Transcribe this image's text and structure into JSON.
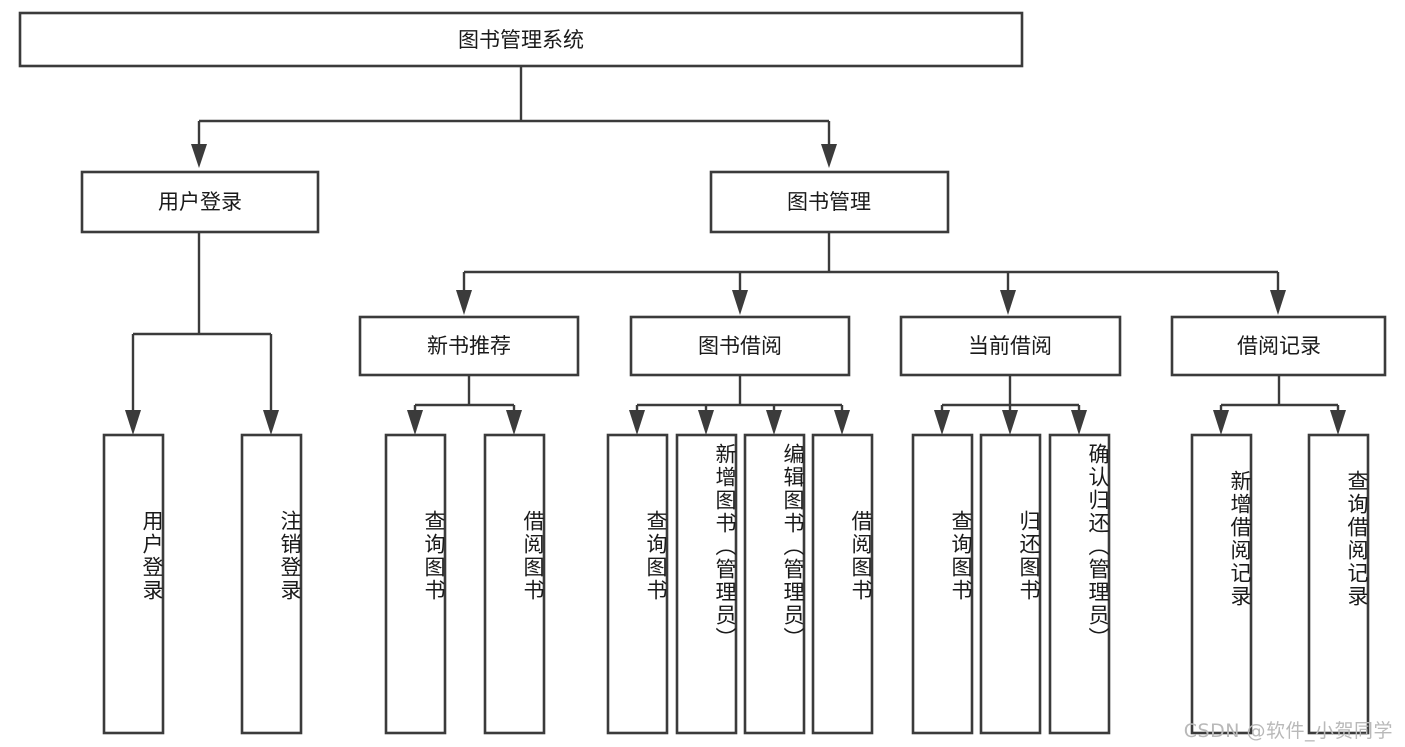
{
  "diagram": {
    "title": "图书管理系统",
    "type": "tree-hierarchy",
    "root": {
      "label": "图书管理系统"
    },
    "level2": [
      {
        "label": "用户登录"
      },
      {
        "label": "图书管理"
      }
    ],
    "level3": [
      {
        "label": "新书推荐"
      },
      {
        "label": "图书借阅"
      },
      {
        "label": "当前借阅"
      },
      {
        "label": "借阅记录"
      }
    ],
    "leaves": {
      "user_login": [
        {
          "label": "用户登录"
        },
        {
          "label": "注销登录"
        }
      ],
      "new_book_recommend": [
        {
          "label": "查询图书"
        },
        {
          "label": "借阅图书"
        }
      ],
      "book_borrow": [
        {
          "label": "查询图书"
        },
        {
          "label": "新增图书（管理员）"
        },
        {
          "label": "编辑图书（管理员）"
        },
        {
          "label": "借阅图书"
        }
      ],
      "current_borrow": [
        {
          "label": "查询图书"
        },
        {
          "label": "归还图书"
        },
        {
          "label": "确认归还（管理员）"
        }
      ],
      "borrow_record": [
        {
          "label": "新增借阅记录"
        },
        {
          "label": "查询借阅记录"
        }
      ]
    }
  },
  "watermark": {
    "text": "CSDN @软件_小贺同学"
  },
  "colors": {
    "box_stroke": "#3b3b3b",
    "box_fill": "#ffffff",
    "text": "#1a1a1a",
    "watermark": "#b9b9b9",
    "background": "#ffffff"
  }
}
